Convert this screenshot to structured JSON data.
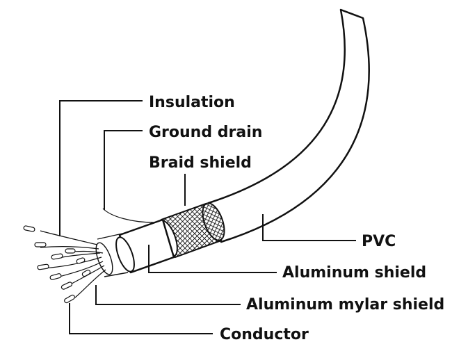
{
  "labels": {
    "insulation": "Insulation",
    "ground_drain": "Ground drain",
    "braid_shield": "Braid shield",
    "pvc": "PVC",
    "aluminum_shield": "Aluminum shield",
    "aluminum_mylar_shield": "Aluminum mylar shield",
    "conductor": "Conductor"
  },
  "colors": {
    "line": "#111111",
    "background": "#ffffff"
  }
}
